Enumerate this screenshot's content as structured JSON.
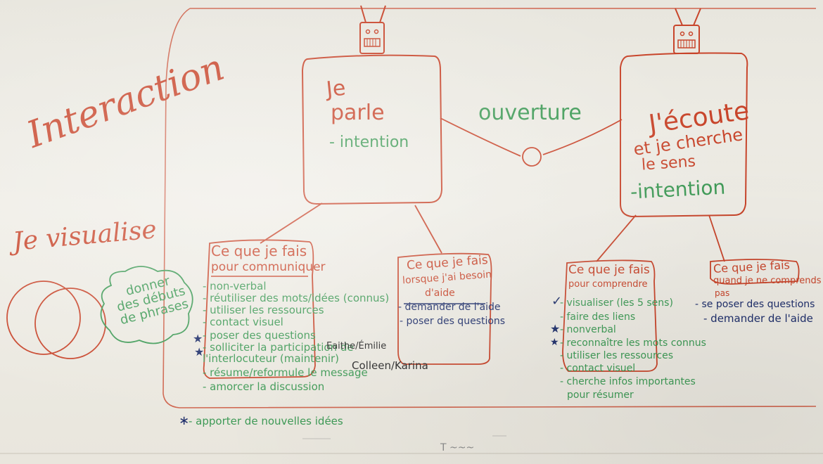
{
  "left_margin": {
    "interaction": "Interaction",
    "je_visualise": "Je visualise",
    "bubble": [
      "donner",
      "des débuts",
      "de phrases"
    ]
  },
  "left_robot": {
    "title_line1": "Je",
    "title_line2": "parle",
    "intention": "- intention"
  },
  "right_robot": {
    "title_line1": "J'écoute",
    "title_line2": "et je cherche",
    "title_line3": "le sens",
    "intention": "-intention"
  },
  "connector_label": "ouverture",
  "box_communiquer": {
    "header1": "Ce que je fais",
    "header2": "pour communiquer",
    "items": [
      "- non-verbal",
      "- réutiliser des mots/idées (connus)",
      "- utiliser les ressources",
      "- contact visuel",
      "- poser des questions",
      "- solliciter la participation de",
      "  l'interlocuteur (maintenir)",
      "- résume/reformule le message",
      "- amorcer la discussion",
      "- apporter de nouvelles idées"
    ],
    "names1": "Eaithe/Émilie",
    "names2": "Colleen/Karina",
    "stars": [
      "★",
      "★",
      "∗"
    ]
  },
  "box_aide": {
    "header1": "Ce que je fais",
    "header2": "lorsque j'ai besoin",
    "header3": "d'aide",
    "items": [
      "- demander de l'aide",
      "- poser des questions"
    ]
  },
  "box_comprendre": {
    "header1": "Ce que je fais",
    "header2": "pour comprendre",
    "items": [
      "- visualiser (les 5 sens)",
      "- faire des liens",
      "- nonverbal",
      "- reconnaître les mots connus",
      "- utiliser les ressources",
      "- contact visuel",
      "- cherche infos importantes",
      "pour résumer"
    ],
    "check": "✓",
    "stars": [
      "★",
      "★"
    ]
  },
  "box_comprends_pas": {
    "header1": "Ce que je fais",
    "header2": "quand je ne comprends",
    "header3": "pas",
    "items": [
      "- se poser des questions",
      "- demander de l'aide"
    ]
  },
  "footer_scribble": "T ~~~",
  "colors": {
    "red": "#c8452b",
    "green": "#3e9a56",
    "navy": "#1f2f6b"
  }
}
